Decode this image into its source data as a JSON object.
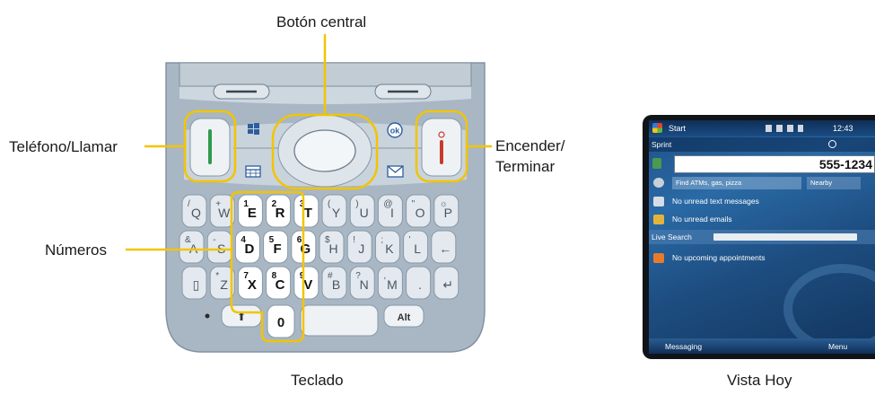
{
  "labels": {
    "center_button": "Botón central",
    "phone_call": "Teléfono/Llamar",
    "numbers": "Números",
    "power_end_line1": "Encender/",
    "power_end_line2": "Terminar",
    "keyboard": "Teclado",
    "today_view": "Vista Hoy"
  },
  "colors": {
    "callout": "#f2c400",
    "phone_body": "#aab8c6",
    "key_face": "#ffffff",
    "call_green": "#2f9a4e",
    "end_red": "#c83a2e"
  },
  "keyboard": {
    "rows": [
      [
        {
          "main": "Q",
          "sub": "/"
        },
        {
          "main": "W",
          "sub": "+"
        },
        {
          "main": "E",
          "sub": "1",
          "num": true
        },
        {
          "main": "R",
          "sub": "2",
          "num": true
        },
        {
          "main": "T",
          "sub": "3",
          "num": true
        },
        {
          "main": "Y",
          "sub": "("
        },
        {
          "main": "U",
          "sub": ")"
        },
        {
          "main": "I",
          "sub": "@"
        },
        {
          "main": "O",
          "sub": "\""
        },
        {
          "main": "P",
          "sub": "☼"
        }
      ],
      [
        {
          "main": "A",
          "sub": "&"
        },
        {
          "main": "S",
          "sub": "-"
        },
        {
          "main": "D",
          "sub": "4",
          "num": true
        },
        {
          "main": "F",
          "sub": "5",
          "num": true
        },
        {
          "main": "G",
          "sub": "6",
          "num": true
        },
        {
          "main": "H",
          "sub": "$"
        },
        {
          "main": "J",
          "sub": "!"
        },
        {
          "main": "K",
          "sub": ";"
        },
        {
          "main": "L",
          "sub": "'"
        },
        {
          "main": "←",
          "sub": ""
        }
      ],
      [
        {
          "main": "▯",
          "sub": ""
        },
        {
          "main": "Z",
          "sub": "*"
        },
        {
          "main": "X",
          "sub": "7",
          "num": true
        },
        {
          "main": "C",
          "sub": "8",
          "num": true
        },
        {
          "main": "V",
          "sub": "9",
          "num": true
        },
        {
          "main": "B",
          "sub": "#"
        },
        {
          "main": "N",
          "sub": "?"
        },
        {
          "main": "M",
          "sub": ","
        },
        {
          "main": ".",
          "sub": ""
        },
        {
          "main": "↵",
          "sub": ""
        }
      ]
    ],
    "bottom": {
      "shift": "⬆",
      "zero": "0",
      "alt": "Alt",
      "ok": "ok"
    }
  },
  "today_screen": {
    "start": "Start",
    "time": "12:43",
    "carrier": "Sprint",
    "phone_number": "555-1234",
    "search_hint": "Find ATMs, gas, pizza",
    "nearby": "Nearby",
    "text_messages": "No unread text messages",
    "emails": "No unread emails",
    "live_search": "Live Search",
    "appointments": "No upcoming appointments",
    "softkey_left": "Messaging",
    "softkey_right": "Menu"
  }
}
